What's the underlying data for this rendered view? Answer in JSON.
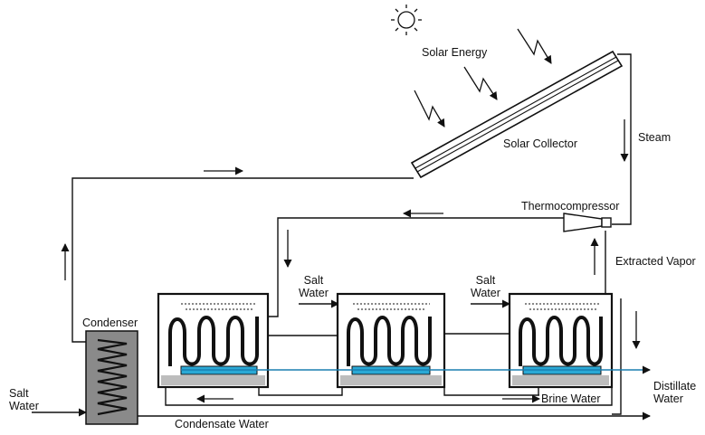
{
  "labels": {
    "solar_energy": "Solar Energy",
    "solar_collector": "Solar Collector",
    "steam": "Steam",
    "thermocompressor": "Thermocompressor",
    "extracted_vapor": "Extracted Vapor",
    "condenser": "Condenser",
    "salt_water_left_line1": "Salt",
    "salt_water_left_line2": "Water",
    "salt_water_1_line1": "Salt",
    "salt_water_1_line2": "Water",
    "salt_water_2_line1": "Salt",
    "salt_water_2_line2": "Water",
    "brine_water": "Brine Water",
    "condensate_water": "Condensate Water",
    "distillate_line1": "Distillate",
    "distillate_line2": "Water"
  },
  "colors": {
    "line": "#111111",
    "condenser_fill": "#8a8a8a",
    "effect_gray": "#bdbdbd",
    "water_blue": "#2aa9d6",
    "distillate_line": "#1a7fb0",
    "collector_fill": "#ffffff"
  },
  "icons": [
    "sun-icon",
    "lightning-icon"
  ]
}
